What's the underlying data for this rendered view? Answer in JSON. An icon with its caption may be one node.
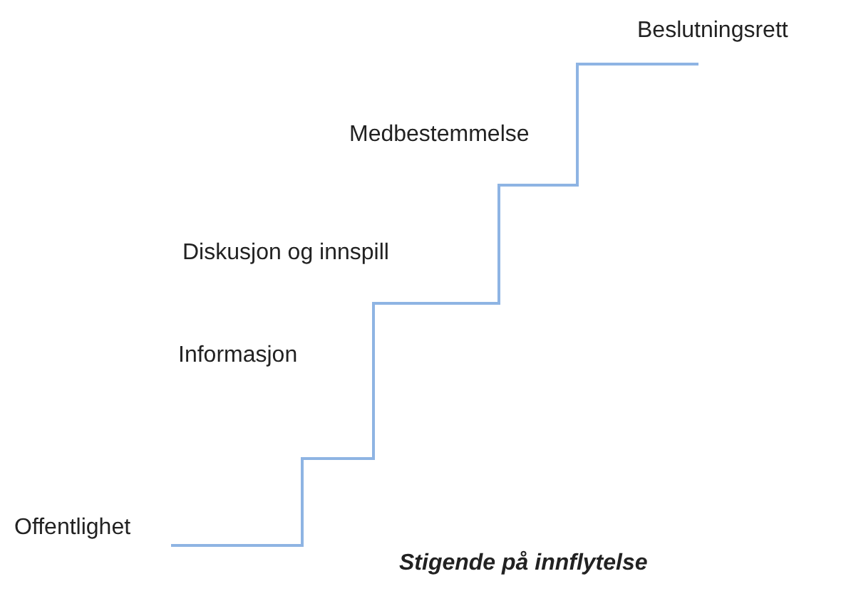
{
  "diagram": {
    "caption": "Stigende på innflytelse",
    "labels": [
      "Beslutningsrett",
      "Medbestemmelse",
      "Diskusjon og innspill",
      "Informasjon",
      "Offentlighet"
    ]
  }
}
